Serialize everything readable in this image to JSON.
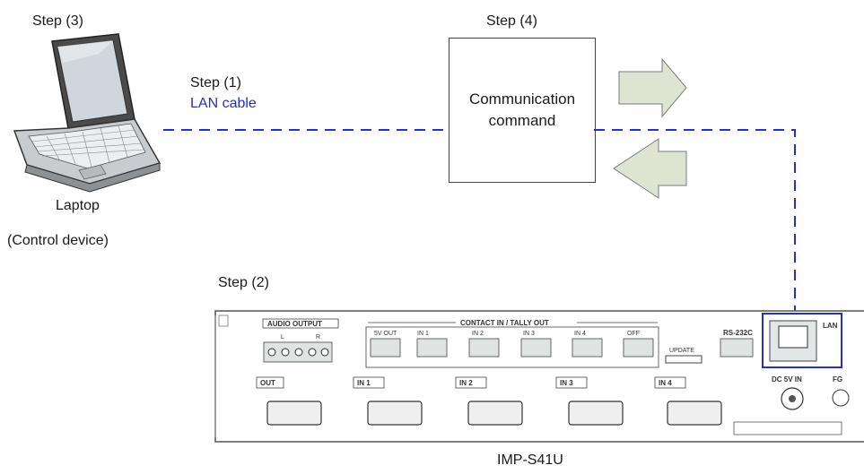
{
  "steps": {
    "step3": "Step (3)",
    "step4": "Step (4)",
    "step1": "Step (1)",
    "step2": "Step (2)"
  },
  "cable_label": "LAN cable",
  "laptop": {
    "label": "Laptop",
    "sublabel": "(Control device)"
  },
  "command_box": {
    "line1": "Communication",
    "line2": "command"
  },
  "device": {
    "model": "IMP-S41U",
    "audio_output": "AUDIO OUTPUT",
    "audio_l": "L",
    "audio_r": "R",
    "contact": "CONTACT IN / TALLY OUT",
    "group_5v": "5V OUT",
    "group_in1": "IN 1",
    "group_in2": "IN 2",
    "group_in3": "IN 3",
    "group_in4": "IN 4",
    "group_off": "OFF",
    "update": "UPDATE",
    "rs232c": "RS-232C",
    "lan": "LAN",
    "dc_in": "DC 5V IN",
    "fg": "FG",
    "port_out": "OUT",
    "port_in1": "IN 1",
    "port_in2": "IN 2",
    "port_in3": "IN 3",
    "port_in4": "IN 4"
  },
  "colors": {
    "cable": "#1f2fd8",
    "arrow_fill": "#dde5d2",
    "arrow_stroke": "#7a7a7a"
  }
}
